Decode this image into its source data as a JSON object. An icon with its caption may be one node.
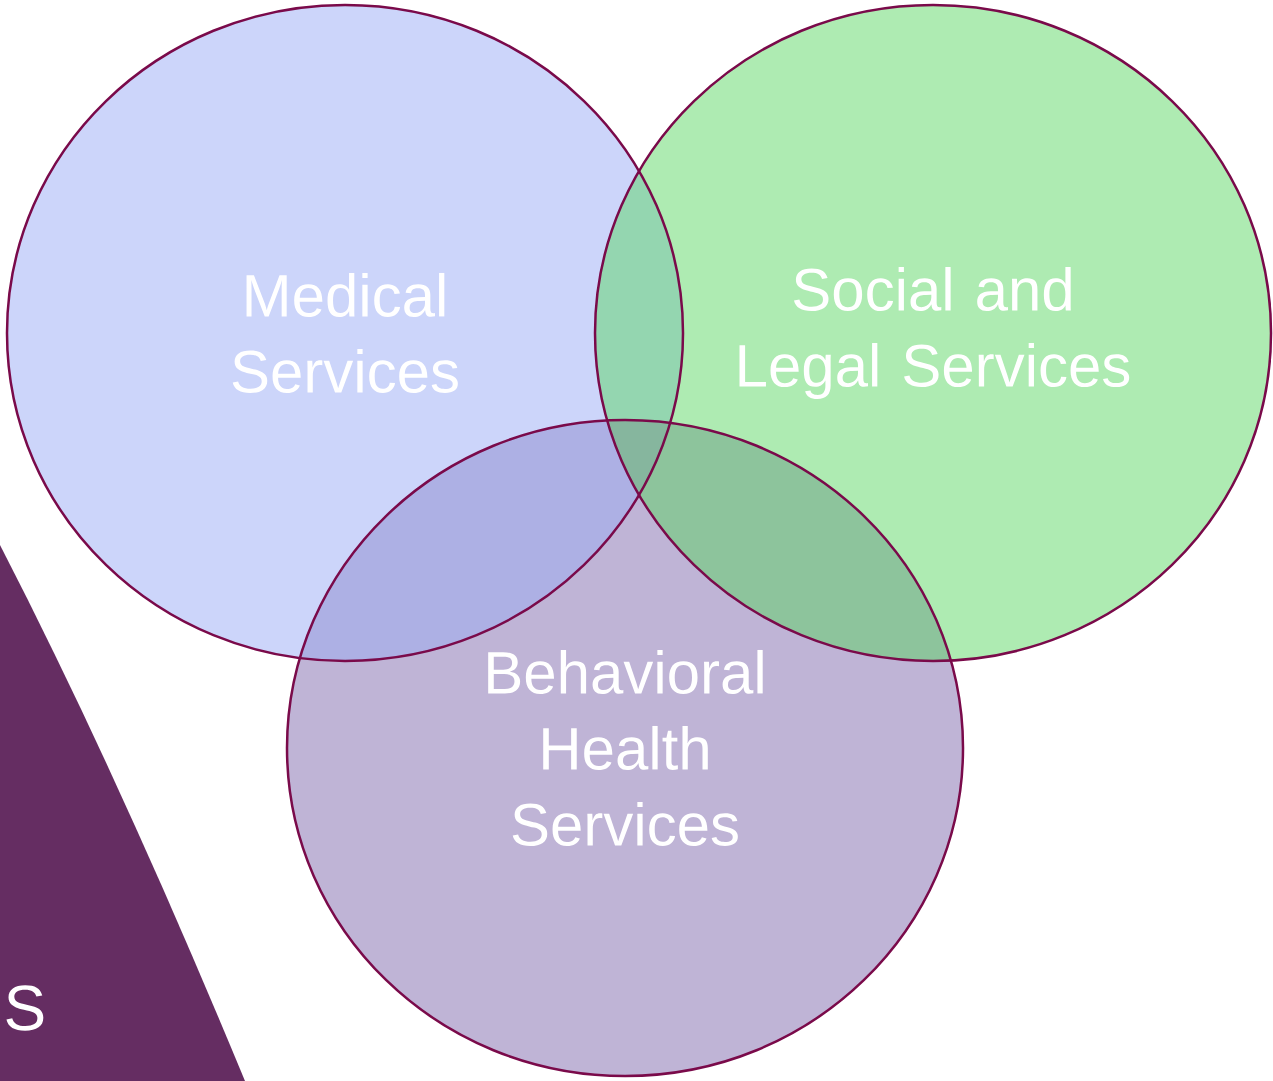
{
  "diagram": {
    "nodes": [
      {
        "text": [
          "Medical Services"
        ]
      },
      {
        "text": [
          "Social and Legal Services"
        ]
      },
      {
        "text": [
          "Behavioral Health Services"
        ]
      }
    ],
    "labels": [
      "S"
    ]
  }
}
